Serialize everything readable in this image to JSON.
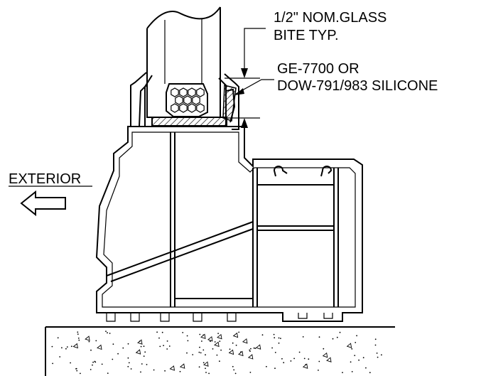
{
  "labels": {
    "glass_bite_line1": "1/2\" NOM.GLASS",
    "glass_bite_line2": "BITE TYP.",
    "sealant_line1": "GE-7700 OR",
    "sealant_line2": "DOW-791/983 SILICONE",
    "exterior": "EXTERIOR"
  },
  "icons": {
    "exterior_arrow": "arrow-left-outline-icon",
    "setting_block": "hatched-setting-block-icon",
    "glazing_gasket": "hexagon-cell-gasket-icon",
    "concrete": "concrete-stipple-icon"
  },
  "colors": {
    "line": "#000000",
    "background": "#ffffff"
  }
}
